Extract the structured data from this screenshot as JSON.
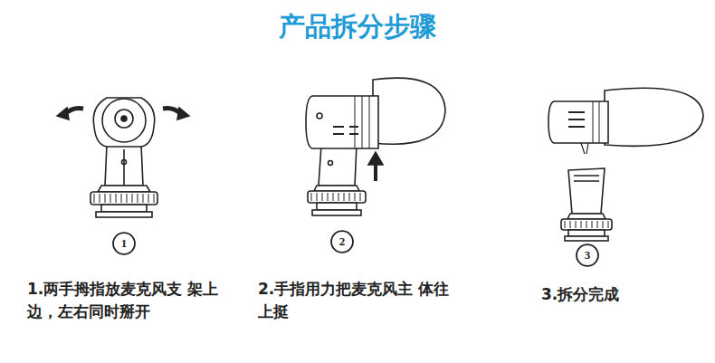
{
  "diagram": {
    "title": "产品拆分步骤",
    "nodes": [
      {
        "text": [
          "1"
        ]
      },
      {
        "text": [
          "2"
        ]
      },
      {
        "text": [
          "3"
        ]
      }
    ],
    "labels": [
      "1.两手拇指放麦克风支 架上边，左右同时掰开",
      "2.手指用力把麦克风主 体往上挺",
      "3.拆分完成"
    ]
  }
}
